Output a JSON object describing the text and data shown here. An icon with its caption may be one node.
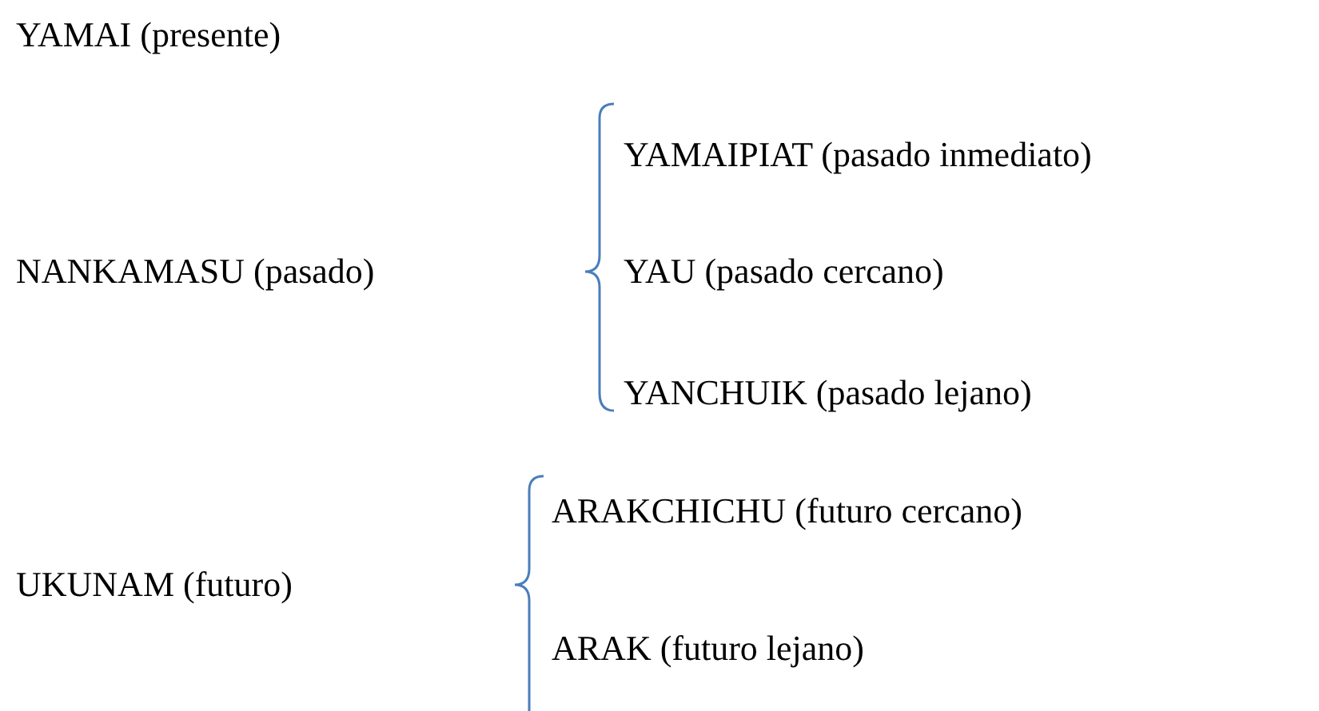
{
  "diagram": {
    "labels": [
      "YAMAI (presente)",
      "YAMAIPIAT (pasado inmediato)",
      "NANKAMASU (pasado)",
      "YAU (pasado cercano)",
      "YANCHUIK (pasado lejano)",
      "ARAKCHICHU (futuro cercano)",
      "UKUNAM (futuro)",
      "ARAK (futuro lejano)"
    ]
  }
}
